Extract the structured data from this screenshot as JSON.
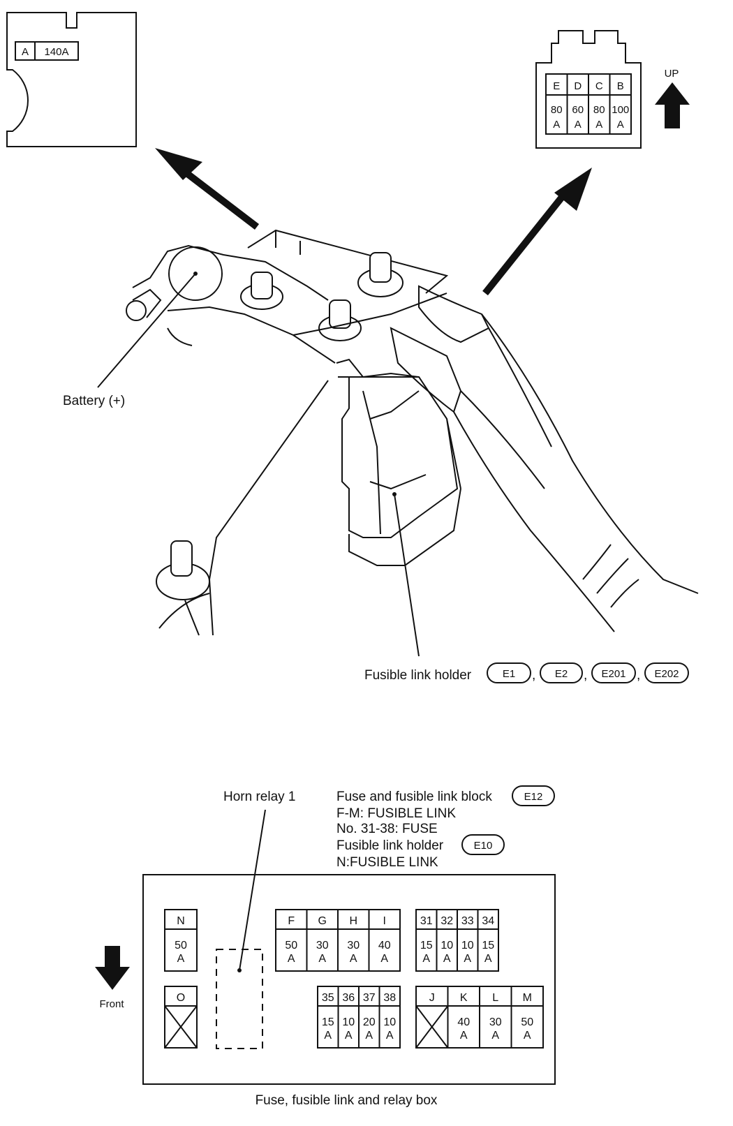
{
  "labels": {
    "up": "UP",
    "battery": "Battery (+)",
    "fusible_link_holder": "Fusible link holder",
    "horn_relay": "Horn relay 1",
    "block_line1": "Fuse and fusible link block",
    "block_line2": "F-M: FUSIBLE LINK",
    "block_line3": "No. 31-38: FUSE",
    "block_line4": "Fusible link holder",
    "block_line5": "N:FUSIBLE LINK",
    "front": "Front",
    "relay_box": "Fuse, fusible link and relay box"
  },
  "connectors": {
    "e1": "E1",
    "e2": "E2",
    "e201": "E201",
    "e202": "E202",
    "e12": "E12",
    "e10": "E10"
  },
  "separators": {
    "comma": ","
  },
  "holder_left": {
    "letter": "A",
    "rating": "140A"
  },
  "holder_right": {
    "cells": [
      {
        "letter": "E",
        "amp": "80",
        "unit": "A"
      },
      {
        "letter": "D",
        "amp": "60",
        "unit": "A"
      },
      {
        "letter": "C",
        "amp": "80",
        "unit": "A"
      },
      {
        "letter": "B",
        "amp": "100",
        "unit": "A"
      }
    ]
  },
  "box": {
    "n": {
      "letter": "N",
      "amp": "50",
      "unit": "A"
    },
    "o": {
      "letter": "O"
    },
    "fi": [
      {
        "letter": "F",
        "amp": "50",
        "unit": "A"
      },
      {
        "letter": "G",
        "amp": "30",
        "unit": "A"
      },
      {
        "letter": "H",
        "amp": "30",
        "unit": "A"
      },
      {
        "letter": "I",
        "amp": "40",
        "unit": "A"
      }
    ],
    "f31": [
      {
        "letter": "31",
        "amp": "15",
        "unit": "A"
      },
      {
        "letter": "32",
        "amp": "10",
        "unit": "A"
      },
      {
        "letter": "33",
        "amp": "10",
        "unit": "A"
      },
      {
        "letter": "34",
        "amp": "15",
        "unit": "A"
      }
    ],
    "f35": [
      {
        "letter": "35",
        "amp": "15",
        "unit": "A"
      },
      {
        "letter": "36",
        "amp": "10",
        "unit": "A"
      },
      {
        "letter": "37",
        "amp": "20",
        "unit": "A"
      },
      {
        "letter": "38",
        "amp": "10",
        "unit": "A"
      }
    ],
    "jm": [
      {
        "letter": "J"
      },
      {
        "letter": "K",
        "amp": "40",
        "unit": "A"
      },
      {
        "letter": "L",
        "amp": "30",
        "unit": "A"
      },
      {
        "letter": "M",
        "amp": "50",
        "unit": "A"
      }
    ]
  }
}
